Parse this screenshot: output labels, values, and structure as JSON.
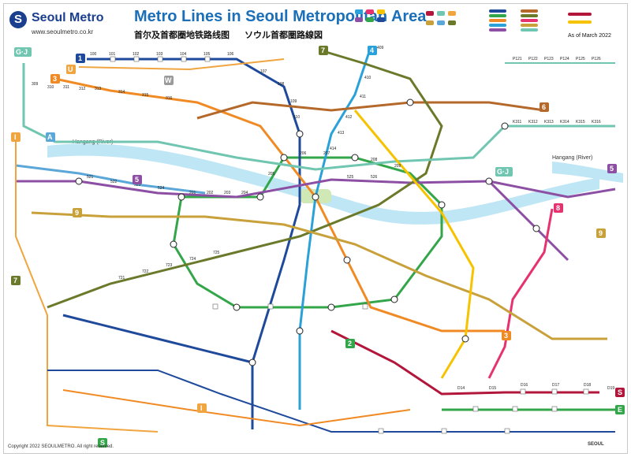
{
  "header": {
    "logo_text": "Seoul Metro",
    "logo_url": "www.seoulmetro.co.kr",
    "title": "Metro Lines in Seoul Metropolitan Area",
    "title_cn": "首尔及首都圈地铁路线图",
    "title_jp": "ソウル首都圏路線図",
    "as_of": "As of March 2022"
  },
  "footer": {
    "copyright": "Copyright 2022 SEOULMETRO. All right reserved.",
    "mark": "SEOUL"
  },
  "rivers": {
    "west_label": "Hangang (River)",
    "east_label": "Hangang (River)"
  },
  "colors": {
    "line_1": "#1f4a9b",
    "line_2": "#34a64a",
    "line_3": "#f08a24",
    "line_4": "#2aa1d8",
    "line_5": "#8c4fa3",
    "line_6": "#b4692a",
    "line_7": "#6b7a2a",
    "line_8": "#e6336f",
    "line_9": "#c9a13b",
    "gyeongui": "#71c6b1",
    "suin_bundang": "#f5c300",
    "sinbundang": "#b3163b",
    "airport": "#5aa7d8",
    "u_line": "#f0a540",
    "gimpo": "#a57d2a",
    "river": "#bfe6f5",
    "park": "#cfe8b5"
  },
  "line_badges": [
    {
      "id": "gj-nw",
      "label": "G·J",
      "color": "#71c6b1"
    },
    {
      "id": "u-top",
      "label": "U",
      "color": "#f0a540"
    },
    {
      "id": "1-top",
      "label": "1",
      "color": "#1f4a9b"
    },
    {
      "id": "3-top",
      "label": "3",
      "color": "#f08a24"
    },
    {
      "id": "w-top",
      "label": "W",
      "color": "#9a9a9a"
    },
    {
      "id": "7-top",
      "label": "7",
      "color": "#6b7a2a"
    },
    {
      "id": "4-top",
      "label": "4",
      "color": "#2aa1d8"
    },
    {
      "id": "6-e",
      "label": "6",
      "color": "#b4692a"
    },
    {
      "id": "gj-e",
      "label": "G·J",
      "color": "#71c6b1"
    },
    {
      "id": "5-e",
      "label": "5",
      "color": "#8c4fa3"
    },
    {
      "id": "8-e",
      "label": "8",
      "color": "#e6336f"
    },
    {
      "id": "i-w",
      "label": "I",
      "color": "#f0a540"
    },
    {
      "id": "a-w",
      "label": "A",
      "color": "#5aa7d8"
    },
    {
      "id": "9-w",
      "label": "9",
      "color": "#c9a13b"
    },
    {
      "id": "5-w",
      "label": "5",
      "color": "#8c4fa3"
    },
    {
      "id": "7-sw",
      "label": "7",
      "color": "#6b7a2a"
    },
    {
      "id": "2-c",
      "label": "2",
      "color": "#34a64a"
    },
    {
      "id": "3-se",
      "label": "3",
      "color": "#f08a24"
    },
    {
      "id": "9-se",
      "label": "9",
      "color": "#c9a13b"
    },
    {
      "id": "s-e",
      "label": "S",
      "color": "#b3163b"
    },
    {
      "id": "e-e",
      "label": "E",
      "color": "#34a64a"
    },
    {
      "id": "s-sw",
      "label": "S",
      "color": "#34a64a"
    },
    {
      "id": "i-sw",
      "label": "I",
      "color": "#f0a540"
    }
  ],
  "sample_codes": [
    "100",
    "101",
    "102",
    "103",
    "104",
    "105",
    "106",
    "107",
    "108",
    "109",
    "110",
    "201",
    "202",
    "203",
    "204",
    "205",
    "206",
    "207",
    "208",
    "209",
    "309",
    "310",
    "311",
    "312",
    "313",
    "314",
    "315",
    "316",
    "409",
    "410",
    "411",
    "412",
    "413",
    "414",
    "521",
    "522",
    "523",
    "524",
    "525",
    "526",
    "721",
    "722",
    "723",
    "724",
    "725",
    "K311",
    "K312",
    "K313",
    "K314",
    "K315",
    "K316",
    "P121",
    "P122",
    "P123",
    "P124",
    "P125",
    "P126",
    "D14",
    "D15",
    "D16",
    "D17",
    "D18",
    "D19"
  ]
}
